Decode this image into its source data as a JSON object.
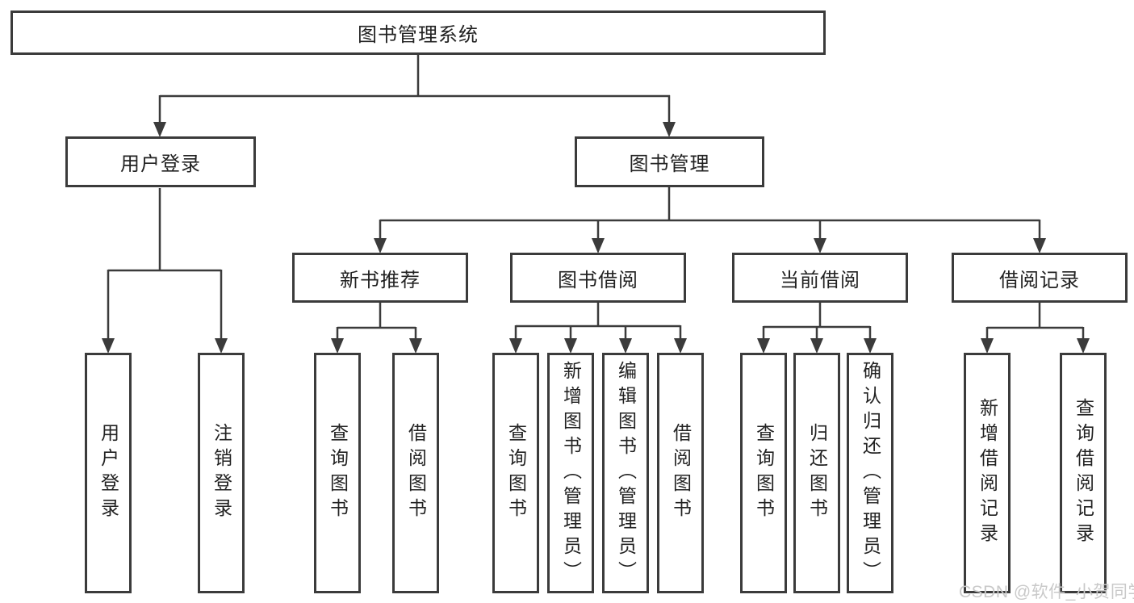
{
  "colors": {
    "line": "#3b3b3b",
    "text": "#222222",
    "background": "#ffffff",
    "watermark": "#c9c9c9"
  },
  "watermark": "CSDN @软件_小贺同学",
  "tree": {
    "label": "图书管理系统",
    "children": [
      {
        "label": "用户登录",
        "children": [
          {
            "label": "用户登录"
          },
          {
            "label": "注销登录"
          }
        ]
      },
      {
        "label": "图书管理",
        "children": [
          {
            "label": "新书推荐",
            "children": [
              {
                "label": "查询图书"
              },
              {
                "label": "借阅图书"
              }
            ]
          },
          {
            "label": "图书借阅",
            "children": [
              {
                "label": "查询图书"
              },
              {
                "label": "新增图书（管理员）"
              },
              {
                "label": "编辑图书（管理员）"
              },
              {
                "label": "借阅图书"
              }
            ]
          },
          {
            "label": "当前借阅",
            "children": [
              {
                "label": "查询图书"
              },
              {
                "label": "归还图书"
              },
              {
                "label": "确认归还（管理员）"
              }
            ]
          },
          {
            "label": "借阅记录",
            "children": [
              {
                "label": "新增借阅记录"
              },
              {
                "label": "查询借阅记录"
              }
            ]
          }
        ]
      }
    ]
  }
}
